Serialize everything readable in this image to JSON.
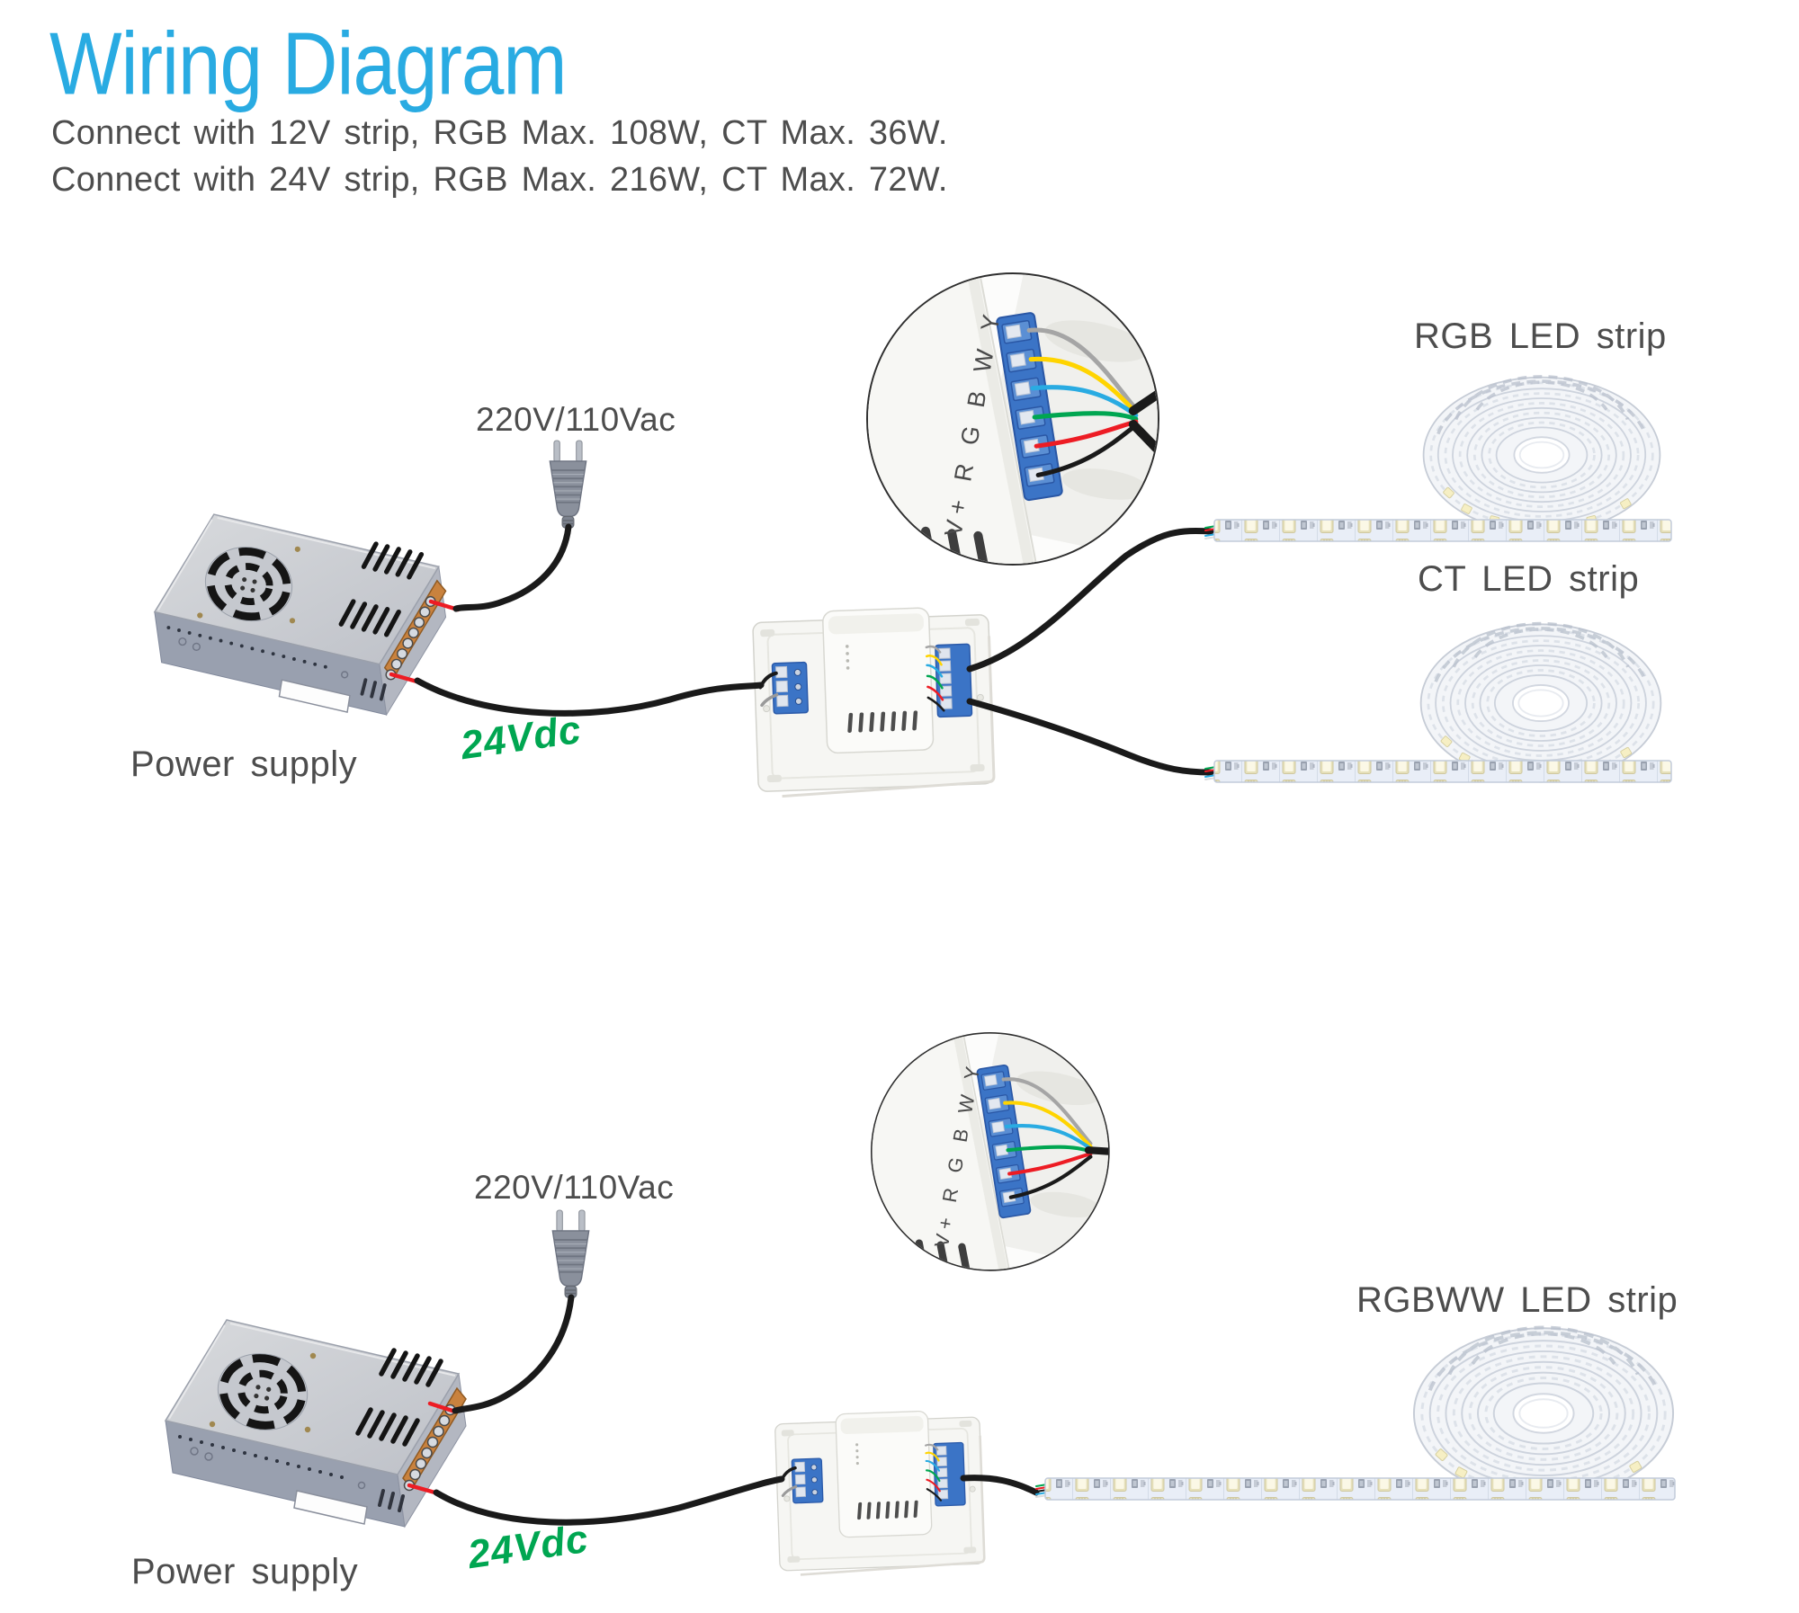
{
  "page": {
    "title": "Wiring Diagram",
    "subtitle_line1": "Connect with 12V strip, RGB Max. 108W, CT Max. 36W.",
    "subtitle_line2": "Connect with 24V strip, RGB Max. 216W, CT Max. 72W."
  },
  "colors": {
    "title_blue": "#29abe2",
    "text_gray": "#4d4d4d",
    "dc_green": "#00a651",
    "wire_red": "#ed1c24",
    "wire_green": "#00a651",
    "wire_blue": "#29abe2",
    "wire_yellow": "#ffd400",
    "wire_gray": "#a5a5a5",
    "wire_black": "#1a1a1a",
    "terminal_blue": "#3b74c6"
  },
  "diagram_top": {
    "ac_label": "220V/110Vac",
    "dc_label": "24Vdc",
    "psu_label": "Power supply",
    "terminal_label": "V+ R G B W Y",
    "strip1_label": "RGB LED strip",
    "strip2_label": "CT LED strip"
  },
  "diagram_bottom": {
    "ac_label": "220V/110Vac",
    "dc_label": "24Vdc",
    "psu_label": "Power supply",
    "terminal_label": "V+ R G B W Y",
    "strip1_label": "RGBWW LED strip"
  }
}
